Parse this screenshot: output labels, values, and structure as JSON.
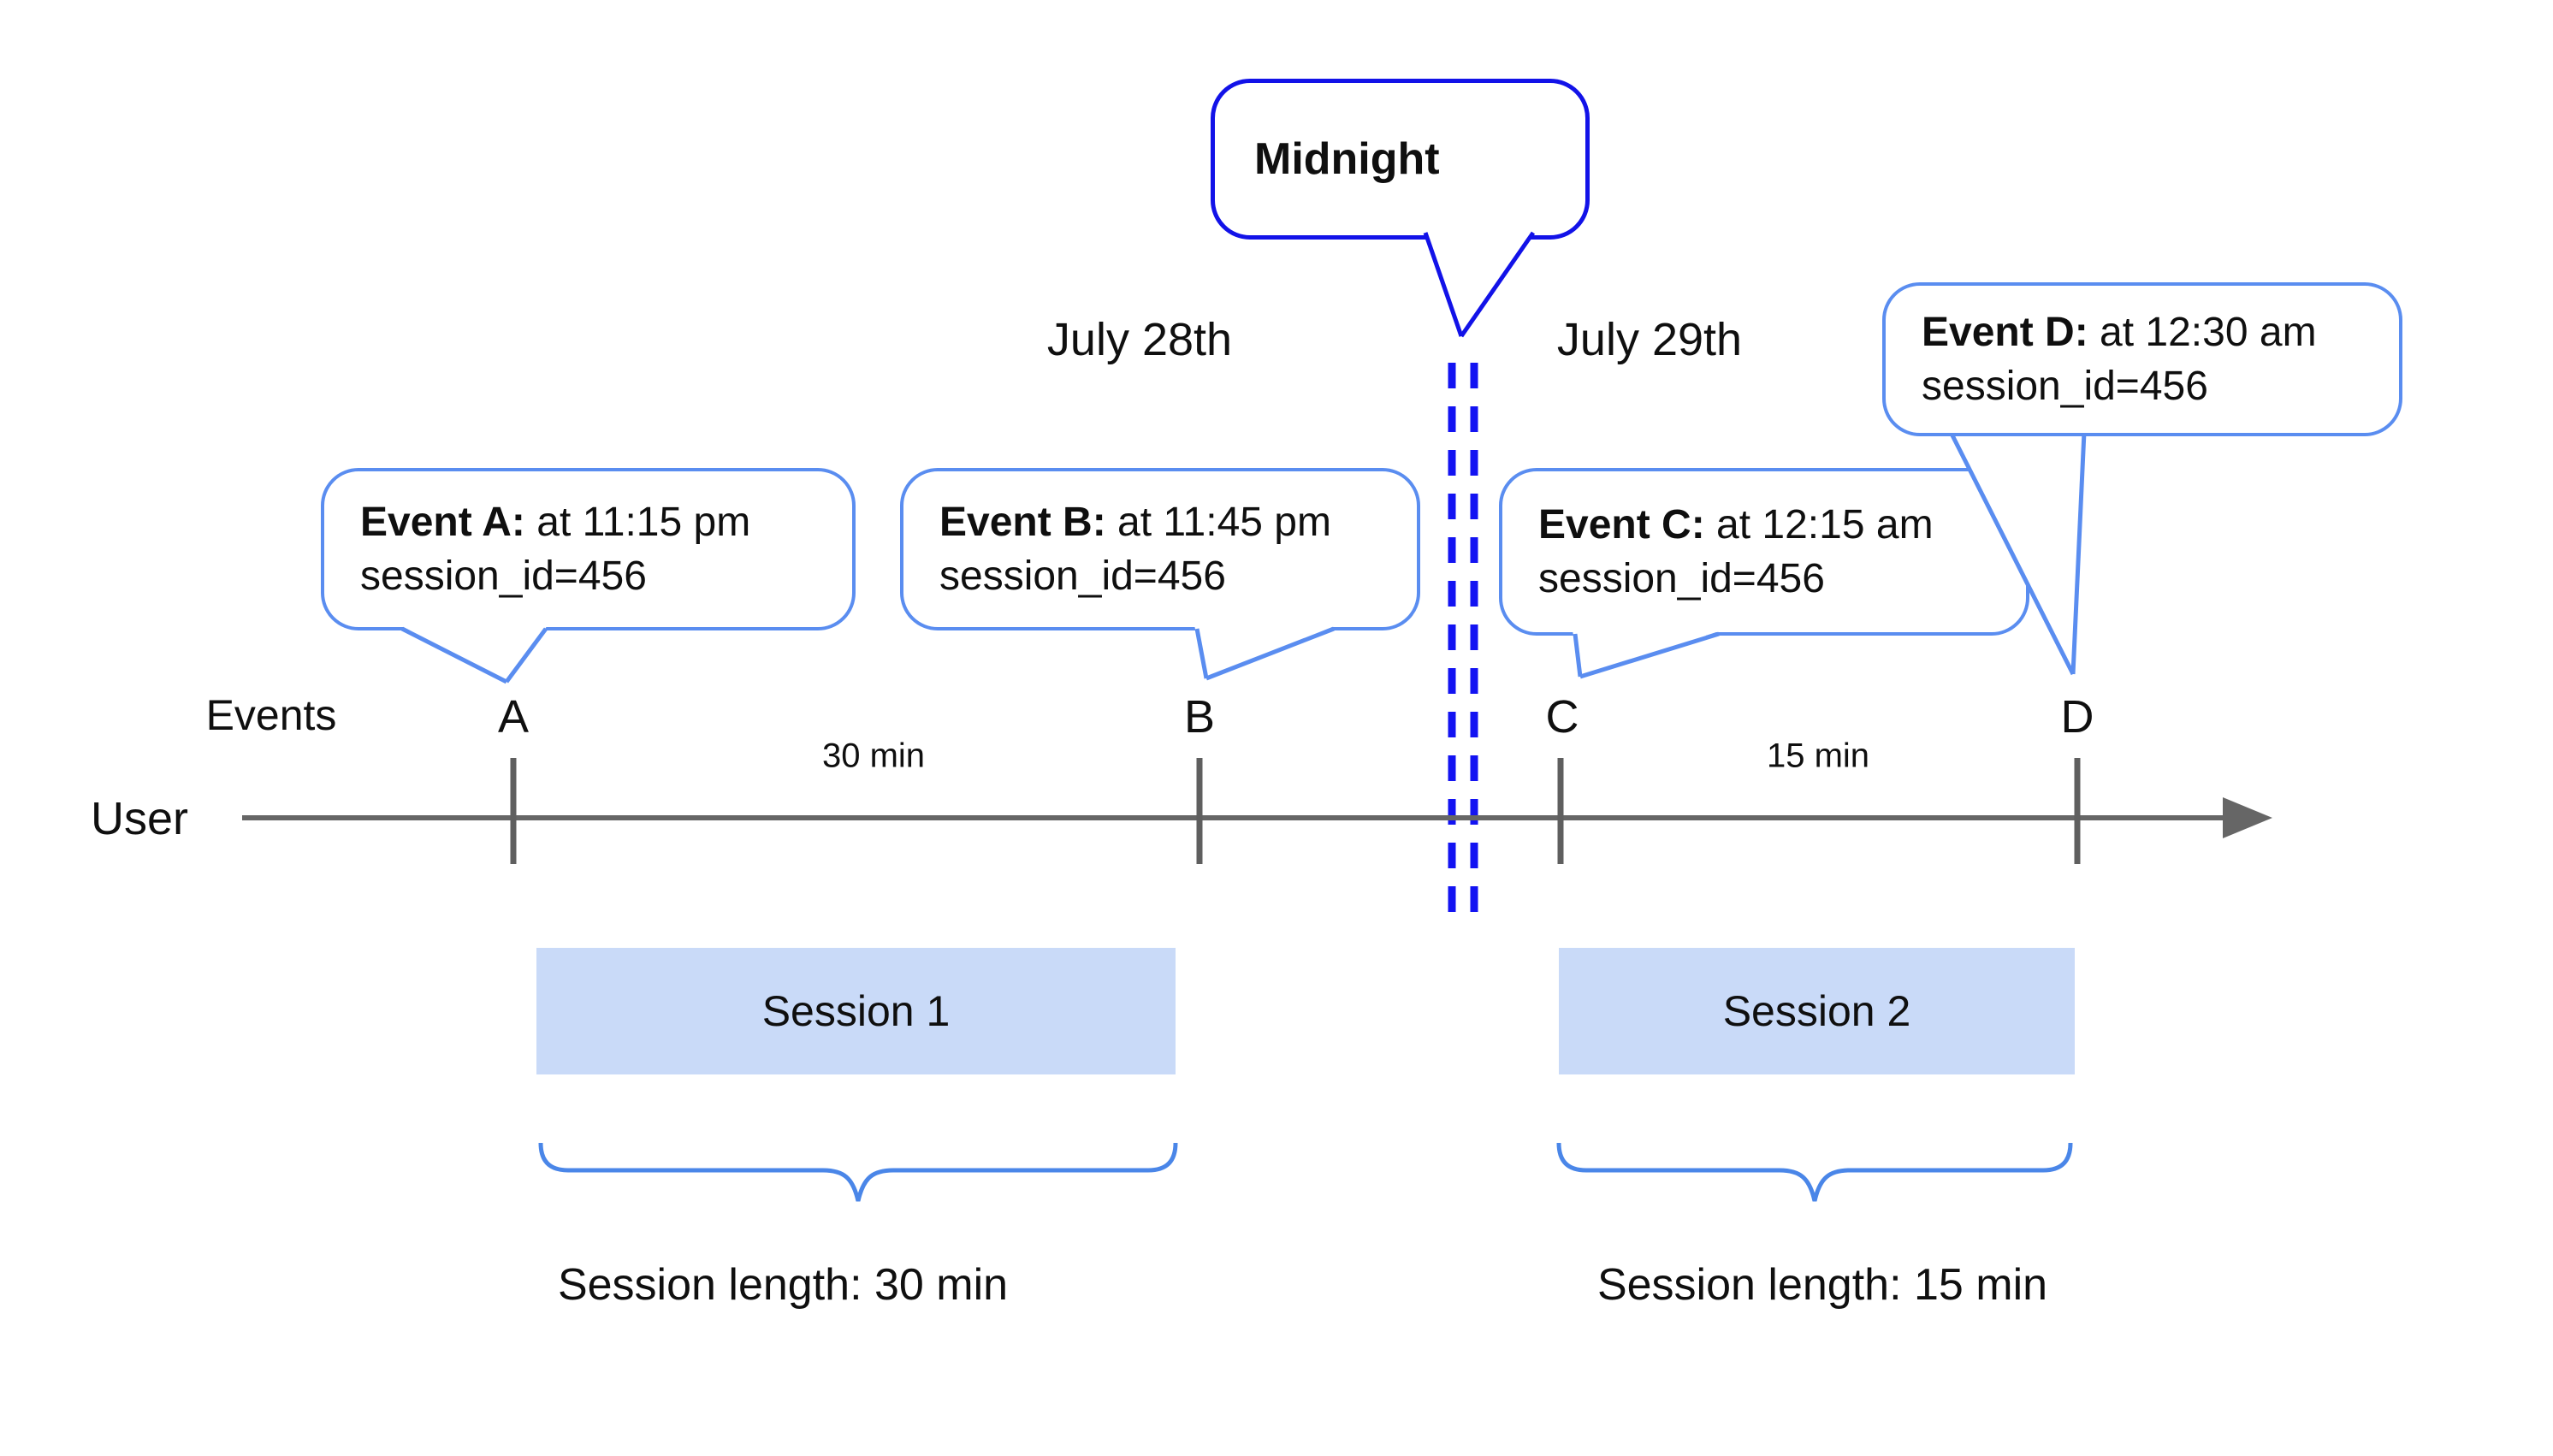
{
  "diagram": {
    "title_bubble": {
      "label": "Midnight"
    },
    "dates": {
      "left": "July 28th",
      "right": "July 29th"
    },
    "axis": {
      "events_label": "Events",
      "user_label": "User"
    },
    "events": [
      {
        "letter": "A",
        "name": "Event A:",
        "time": "at 11:15 pm",
        "session": "session_id=456"
      },
      {
        "letter": "B",
        "name": "Event B:",
        "time": "at 11:45 pm",
        "session": "session_id=456"
      },
      {
        "letter": "C",
        "name": "Event C:",
        "time": "at 12:15 am",
        "session": "session_id=456"
      },
      {
        "letter": "D",
        "name": "Event D:",
        "time": "at 12:30 am",
        "session": "session_id=456"
      }
    ],
    "gaps": [
      {
        "label": "30 min"
      },
      {
        "label": "15 min"
      }
    ],
    "sessions": [
      {
        "name": "Session 1",
        "length": "Session length: 30 min"
      },
      {
        "name": "Session 2",
        "length": "Session length: 15 min"
      }
    ],
    "colors": {
      "callout_border": "#5a8df0",
      "midnight_blue": "#1212e8",
      "session_fill": "#c9daf8",
      "brace_blue": "#4a86e8",
      "timeline_gray": "#666666"
    }
  }
}
